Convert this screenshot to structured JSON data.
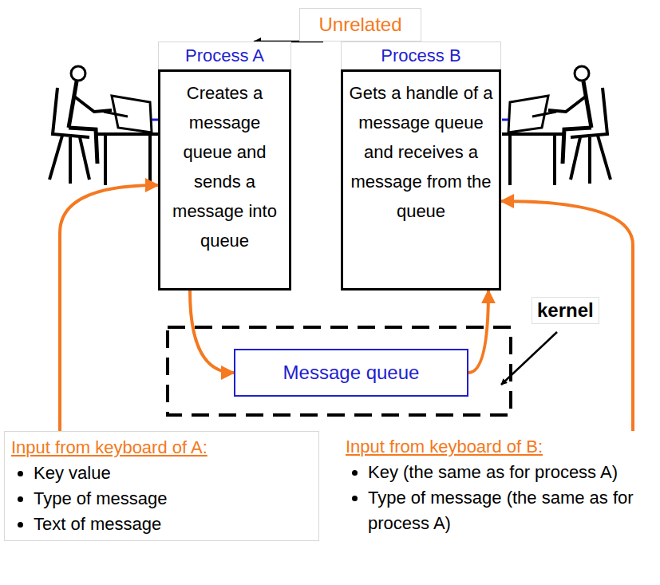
{
  "diagram": {
    "nodes": [
      {
        "text": [
          "Unrelated"
        ]
      },
      {
        "text": [
          "Process A",
          "Creates a message queue and sends a message into queue"
        ]
      },
      {
        "text": [
          "Process B",
          "Gets a handle of a message queue and receives a message from the queue"
        ]
      },
      {
        "text": [
          "Message queue"
        ]
      },
      {
        "text": [
          "Input from keyboard of A:",
          "Key value",
          "Type of message",
          "Text of message"
        ]
      },
      {
        "text": [
          "Input from keyboard of B:",
          "Key (the same as for process A)",
          "Type of message (the same as for process A)"
        ]
      }
    ],
    "edges": [
      {
        "from": 0,
        "to": 1,
        "arrow": "to"
      },
      {
        "from": 0,
        "to": 2,
        "arrow": "to"
      },
      {
        "from": 1,
        "to": 3,
        "arrow": "to"
      },
      {
        "from": 3,
        "to": 2,
        "arrow": "to"
      },
      {
        "from": 4,
        "to": 1,
        "arrow": "to"
      },
      {
        "from": 5,
        "to": 2,
        "arrow": "to"
      }
    ],
    "labels": [
      "kernel"
    ]
  }
}
